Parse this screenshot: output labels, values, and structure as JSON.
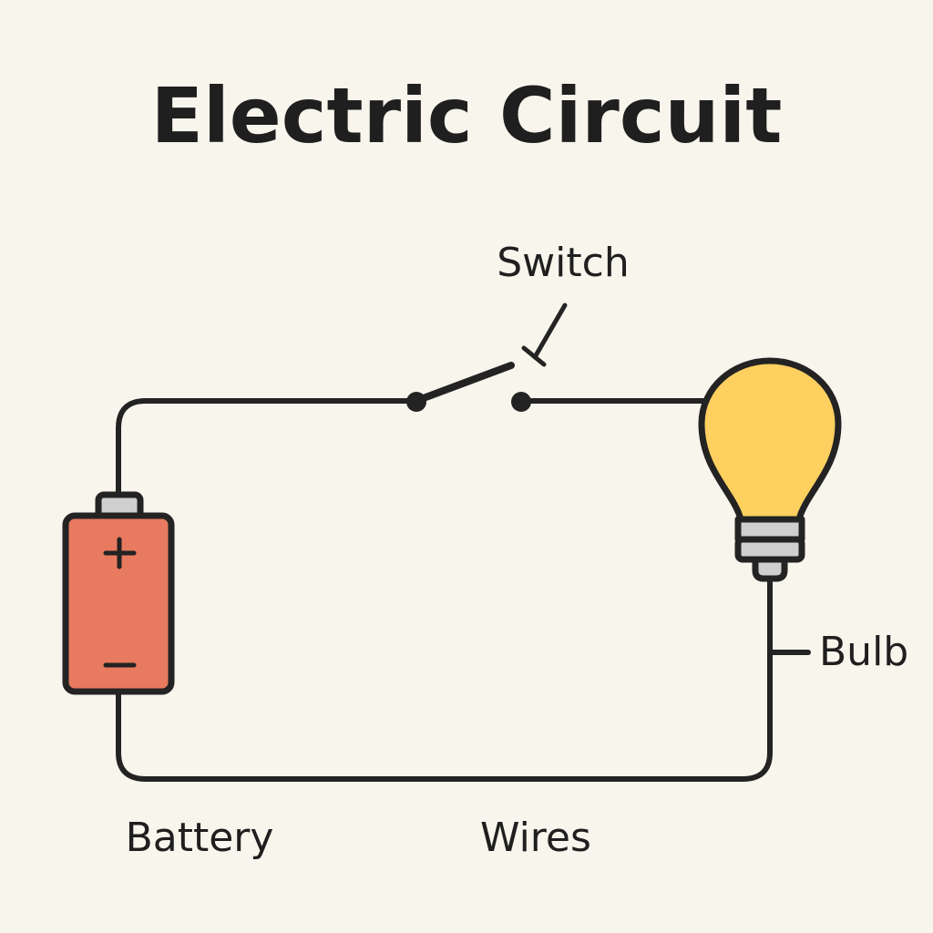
{
  "title": "Electric Circuit",
  "labels": {
    "switch": "Switch",
    "bulb": "Bulb",
    "battery": "Battery",
    "wires": "Wires"
  },
  "battery": {
    "positive_symbol": "+",
    "negative_symbol": "−"
  },
  "switch_state": "open",
  "colors": {
    "background": "#f8f5ec",
    "stroke": "#232323",
    "battery_fill": "#e87a5f",
    "battery_cap": "#cfcfcf",
    "bulb_glass": "#fdd060",
    "bulb_base": "#cfcfcf"
  }
}
